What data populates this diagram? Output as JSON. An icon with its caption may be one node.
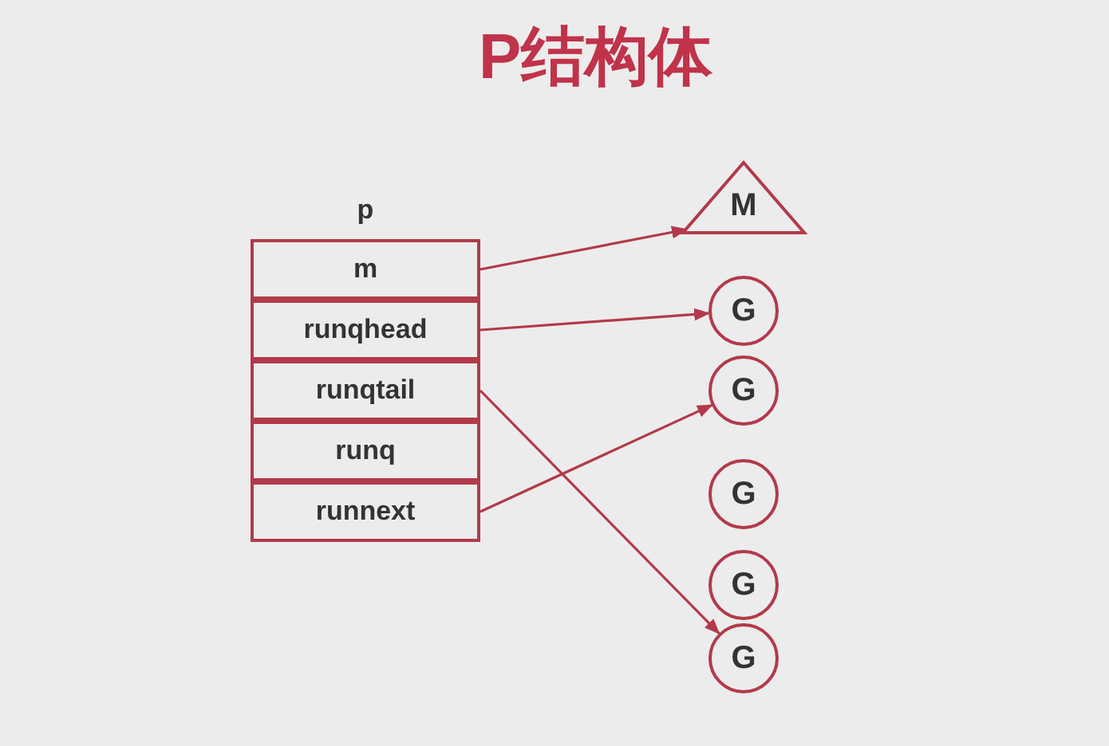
{
  "diagram": {
    "title": "P结构体",
    "nodes": [
      {
        "text": [
          "p"
        ]
      },
      {
        "text": [
          "m"
        ],
        "in": 0
      },
      {
        "text": [
          "runqhead"
        ],
        "in": 0
      },
      {
        "text": [
          "runqtail"
        ],
        "in": 0
      },
      {
        "text": [
          "runq"
        ],
        "in": 0
      },
      {
        "text": [
          "runnext"
        ],
        "in": 0
      },
      {
        "text": [
          "M"
        ]
      },
      {
        "text": [
          "G"
        ]
      },
      {
        "text": [
          "G"
        ]
      },
      {
        "text": [
          "G"
        ]
      },
      {
        "text": [
          "G"
        ]
      },
      {
        "text": [
          "G"
        ]
      }
    ],
    "edges": [
      {
        "from": 1,
        "to": 6,
        "arrow": "to"
      },
      {
        "from": 2,
        "to": 7,
        "arrow": "to"
      },
      {
        "from": 3,
        "to": 11,
        "arrow": "to"
      },
      {
        "from": 5,
        "to": 8,
        "arrow": "to"
      }
    ]
  }
}
